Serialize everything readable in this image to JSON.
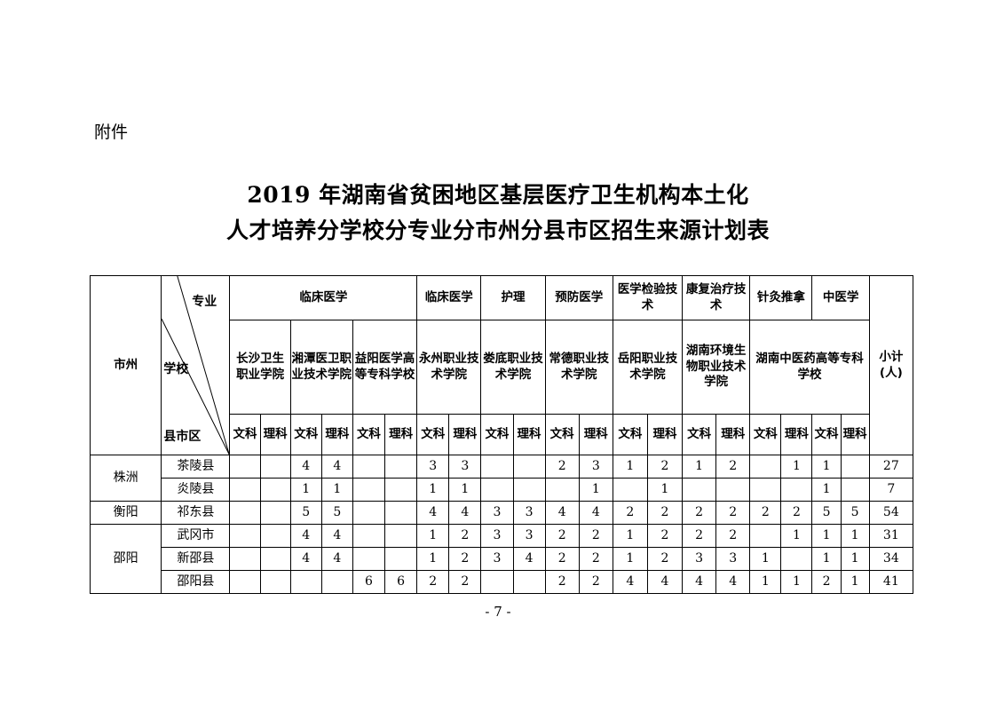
{
  "attachment_label": "附件",
  "title_line1": "2019 年湖南省贫困地区基层医疗卫生机构本土化",
  "title_line2": "人才培养分学校分专业分市州分县市区招生来源计划表",
  "header": {
    "city_col": "市州",
    "diag_major": "专业",
    "diag_school": "学校",
    "diag_county": "县市区",
    "subtotal": "小计(人)",
    "majors": [
      "临床医学",
      "临床医学",
      "护理",
      "预防医学",
      "医学检验技术",
      "康复治疗技术",
      "针灸推拿",
      "中医学"
    ],
    "schools": [
      "长沙卫生职业学院",
      "湘潭医卫职业技术学院",
      "益阳医学高等专科学校",
      "永州职业技术学院",
      "娄底职业技术学院",
      "常德职业技术学院",
      "岳阳职业技术学院",
      "湖南环境生物职业技术学院",
      "湖南中医药高等专科学校"
    ],
    "subjects": [
      "文科",
      "理科",
      "文科",
      "理科",
      "文科",
      "理科",
      "文科",
      "理科",
      "文科",
      "理科",
      "文科",
      "理科",
      "文科",
      "理科",
      "文科",
      "理科",
      "文科",
      "理科",
      "文科",
      "理科"
    ]
  },
  "cities": [
    "株洲",
    "衡阳",
    "邵阳"
  ],
  "rows": [
    {
      "county": "茶陵县",
      "values": [
        "",
        "",
        "4",
        "4",
        "",
        "",
        "3",
        "3",
        "",
        "",
        "2",
        "3",
        "1",
        "2",
        "1",
        "2",
        "",
        "1",
        "1",
        ""
      ],
      "total": "27"
    },
    {
      "county": "炎陵县",
      "values": [
        "",
        "",
        "1",
        "1",
        "",
        "",
        "1",
        "1",
        "",
        "",
        "",
        "1",
        "",
        "1",
        "",
        "",
        "",
        "",
        "1",
        ""
      ],
      "total": "7"
    },
    {
      "county": "祁东县",
      "values": [
        "",
        "",
        "5",
        "5",
        "",
        "",
        "4",
        "4",
        "3",
        "3",
        "4",
        "4",
        "2",
        "2",
        "2",
        "2",
        "2",
        "2",
        "5",
        "5"
      ],
      "total": "54"
    },
    {
      "county": "武冈市",
      "values": [
        "",
        "",
        "4",
        "4",
        "",
        "",
        "1",
        "2",
        "3",
        "3",
        "2",
        "2",
        "1",
        "2",
        "2",
        "2",
        "",
        "1",
        "1",
        "1"
      ],
      "total": "31"
    },
    {
      "county": "新邵县",
      "values": [
        "",
        "",
        "4",
        "4",
        "",
        "",
        "1",
        "2",
        "3",
        "4",
        "2",
        "2",
        "1",
        "2",
        "3",
        "3",
        "1",
        "",
        "1",
        "1"
      ],
      "total": "34"
    },
    {
      "county": "邵阳县",
      "values": [
        "",
        "",
        "",
        "",
        "6",
        "6",
        "2",
        "2",
        "",
        "",
        "2",
        "2",
        "4",
        "4",
        "4",
        "4",
        "1",
        "1",
        "2",
        "1"
      ],
      "total": "41"
    }
  ],
  "page_number": "- 7 -"
}
